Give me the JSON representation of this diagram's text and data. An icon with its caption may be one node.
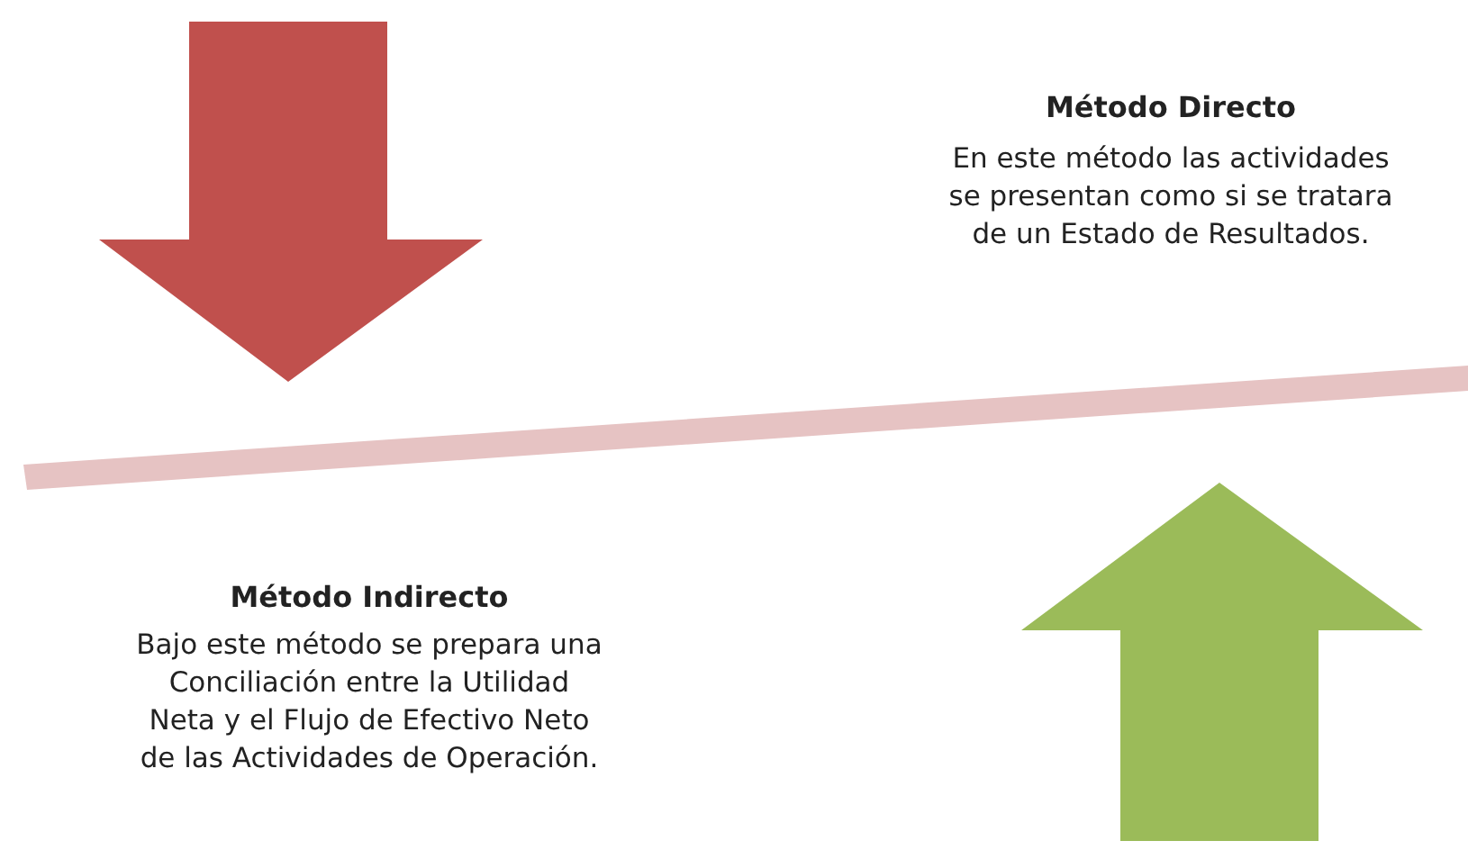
{
  "diagram": {
    "labels": [
      "Método Directo",
      "En este método las actividades se presentan como si se tratara de un Estado de Resultados.",
      "Método Indirecto",
      "Bajo este método se prepara una Conciliación entre la Utilidad Neta y el Flujo de Efectivo Neto de las Actividades de Operación."
    ]
  }
}
